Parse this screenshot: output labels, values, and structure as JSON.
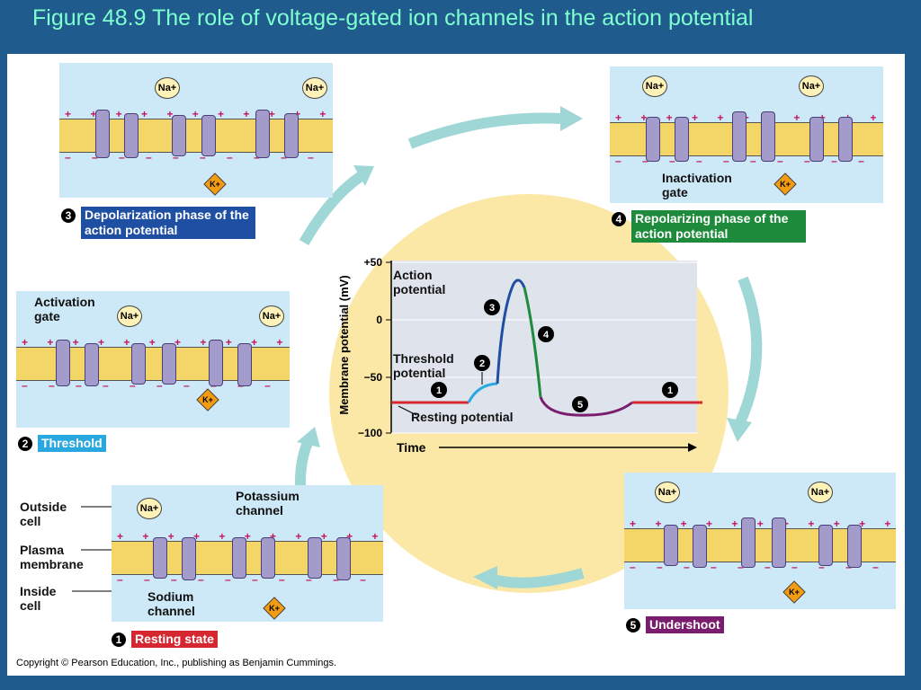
{
  "title": "Figure 48.9  The role of voltage-gated ion channels in the action potential",
  "copyright": "Copyright © Pearson Education, Inc., publishing as Benjamin Cummings.",
  "ions": {
    "sodium": "Na+",
    "potassium": "K+"
  },
  "phases": [
    {
      "num": "1",
      "label": "Resting state",
      "color": "#d6262f"
    },
    {
      "num": "2",
      "label": "Threshold",
      "color": "#29a8e0"
    },
    {
      "num": "3",
      "label": "Depolarization phase of the action potential",
      "color": "#1f4fa3"
    },
    {
      "num": "4",
      "label": "Repolarizing phase of the action potential",
      "color": "#1e8a3b"
    },
    {
      "num": "5",
      "label": "Undershoot",
      "color": "#7a1d6e"
    }
  ],
  "membrane_labels": {
    "outside": "Outside cell",
    "plasma": "Plasma membrane",
    "inside": "Inside cell",
    "potassium_channel": "Potassium channel",
    "sodium_channel": "Sodium channel",
    "activation_gate": "Activation gate",
    "inactivation_gate": "Inactivation gate"
  },
  "graph": {
    "ylabel": "Membrane potential (mV)",
    "xlabel": "Time",
    "yticks": [
      "+50",
      "0",
      "−50",
      "−100"
    ],
    "annotations": {
      "action_potential": "Action potential",
      "threshold": "Threshold potential",
      "resting": "Resting potential"
    },
    "markers": [
      "1",
      "2",
      "3",
      "4",
      "5",
      "1"
    ]
  },
  "colors": {
    "background": "#1f5b8c",
    "title": "#7fffd0",
    "membrane": "#f3d568",
    "channel": "#a39bc9",
    "arrows": "#9fd6d6",
    "circle": "#fbe7a6"
  }
}
